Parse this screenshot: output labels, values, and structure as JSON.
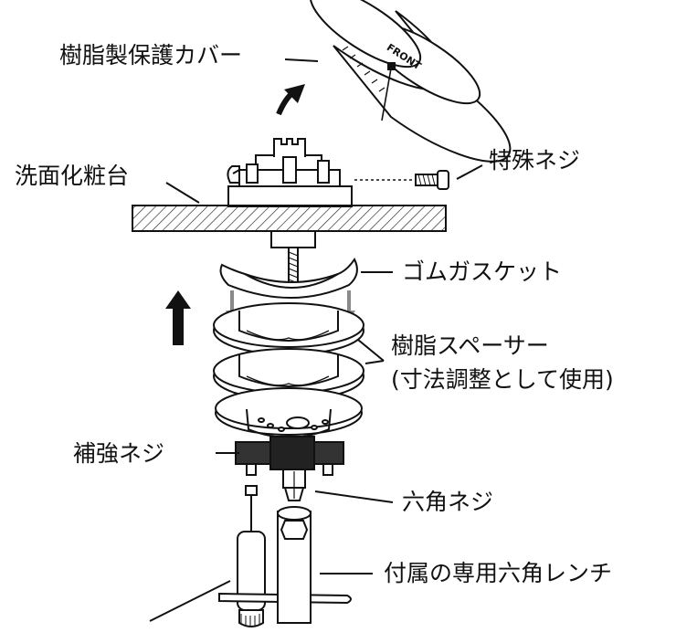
{
  "labels": {
    "cover": "樹脂製保護カバー",
    "cover_mark": "FRONT",
    "special_screw": "特殊ネジ",
    "counter": "洗面化粧台",
    "gasket": "ゴムガスケット",
    "spacer_line1": "樹脂スペーサー",
    "spacer_line2": "(寸法調整として使用)",
    "reinforce_screw": "補強ネジ",
    "hex_screw": "六角ネジ",
    "wrench": "付属の専用六角レンチ"
  },
  "colors": {
    "line": "#111111",
    "hatch": "#222222",
    "arrow": "#111111",
    "inner_arrow": "#8a8a8a",
    "background": "#ffffff"
  }
}
